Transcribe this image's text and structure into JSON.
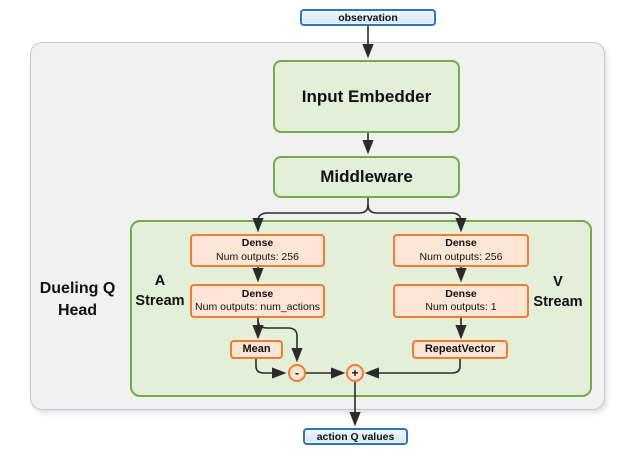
{
  "diagram": {
    "observation": "observation",
    "input_embedder": "Input Embedder",
    "middleware": "Middleware",
    "dueling_head": {
      "line1": "Dueling Q",
      "line2": "Head"
    },
    "a_stream": {
      "line1": "A",
      "line2": "Stream"
    },
    "v_stream": {
      "line1": "V",
      "line2": "Stream"
    },
    "dense_a1": {
      "title": "Dense",
      "subtitle": "Num outputs: 256"
    },
    "dense_a2": {
      "title": "Dense",
      "subtitle": "Num outputs: num_actions"
    },
    "dense_v1": {
      "title": "Dense",
      "subtitle": "Num outputs: 256"
    },
    "dense_v2": {
      "title": "Dense",
      "subtitle": "Num outputs: 1"
    },
    "mean": "Mean",
    "repeat_vector": "RepeatVector",
    "minus_op": "-",
    "plus_op": "+",
    "action_q_values": "action Q values",
    "edges": [
      "observation -> input_embedder",
      "input_embedder -> middleware",
      "middleware -> dense_a1",
      "middleware -> dense_v1",
      "dense_a1 -> dense_a2",
      "dense_v1 -> dense_v2",
      "dense_a2 -> mean",
      "dense_a2 -> minus_op",
      "mean -> minus_op",
      "minus_op -> plus_op",
      "dense_v2 -> repeat_vector",
      "repeat_vector -> plus_op",
      "plus_op -> action_q_values"
    ]
  },
  "colors": {
    "blue_border": "#2e75b6",
    "blue_fill": "#d5e6f5",
    "green_border": "#70ad47",
    "green_fill": "#e3efd9",
    "orange_border": "#ed7d31",
    "orange_fill": "#fce5d5",
    "panel_fill": "#f1f1f2",
    "panel_border": "#c9c9c9",
    "connector": "#2b2b2b"
  }
}
